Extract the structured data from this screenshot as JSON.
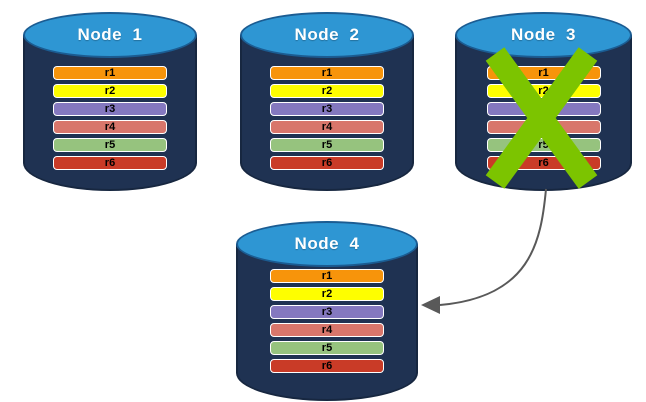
{
  "colors": {
    "canvas-bg": "#ffffff",
    "node-body": "#1f3252",
    "node-body-border": "#172740",
    "node-top": "#2e96d3",
    "node-top-border": "#1b5c92",
    "node-label-text": "#ffffff",
    "record-border": "#ffffff",
    "record-text": "#000000",
    "x-mark": "#7cc400",
    "arrow": "#595959"
  },
  "records": [
    {
      "label": "r1",
      "color": "#f7940b"
    },
    {
      "label": "r2",
      "color": "#fefe00"
    },
    {
      "label": "r3",
      "color": "#8478bf"
    },
    {
      "label": "r4",
      "color": "#d8766b"
    },
    {
      "label": "r5",
      "color": "#96c37e"
    },
    {
      "label": "r6",
      "color": "#c93b27"
    }
  ],
  "nodes": [
    {
      "id": "node-1",
      "label": "Node  1",
      "failed": false
    },
    {
      "id": "node-2",
      "label": "Node  2",
      "failed": false
    },
    {
      "id": "node-3",
      "label": "Node  3",
      "failed": true
    },
    {
      "id": "node-4",
      "label": "Node  4",
      "failed": false
    }
  ],
  "arrow": {
    "from": "node-3",
    "to": "node-4"
  }
}
